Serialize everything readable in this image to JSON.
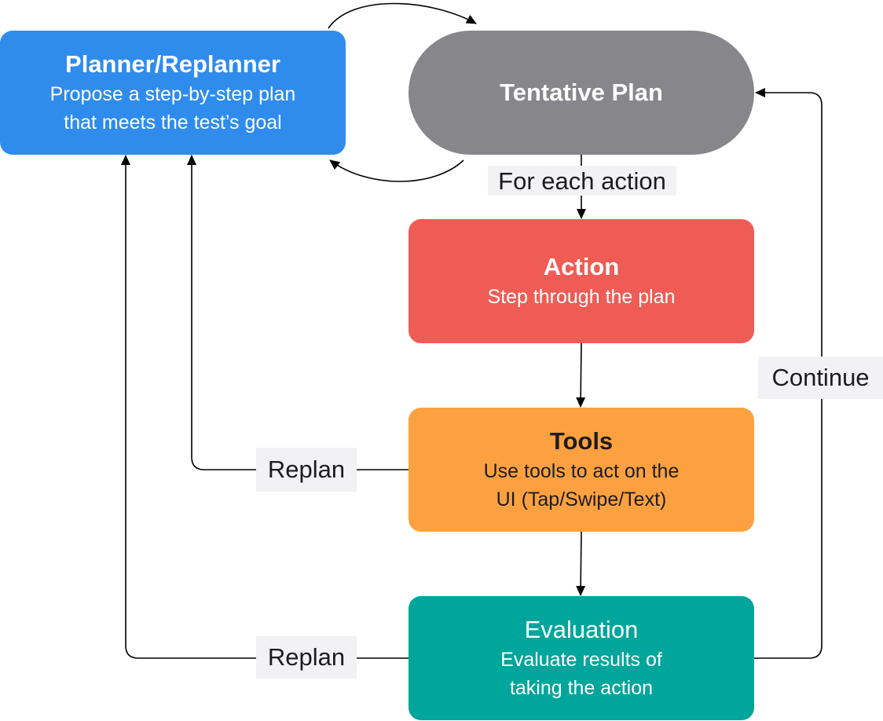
{
  "nodes": {
    "planner": {
      "title": "Planner/Replanner",
      "desc_line1": "Propose a step-by-step plan",
      "desc_line2": "that meets the test’s goal",
      "color": "#2f8ced"
    },
    "tentative": {
      "title": "Tentative Plan",
      "color": "#87878b"
    },
    "action": {
      "title": "Action",
      "desc_line1": "Step through the plan",
      "color": "#ef5c55"
    },
    "tools": {
      "title": "Tools",
      "desc_line1": "Use tools to act on the",
      "desc_line2": "UI (Tap/Swipe/Text)",
      "color": "#fda140"
    },
    "evaluation": {
      "title": "Evaluation",
      "desc_line1": "Evaluate results of",
      "desc_line2": "taking the action",
      "color": "#00a59b"
    }
  },
  "edges": {
    "for_each": "For each action",
    "continue": "Continue",
    "replan_tools": "Replan",
    "replan_eval": "Replan"
  }
}
